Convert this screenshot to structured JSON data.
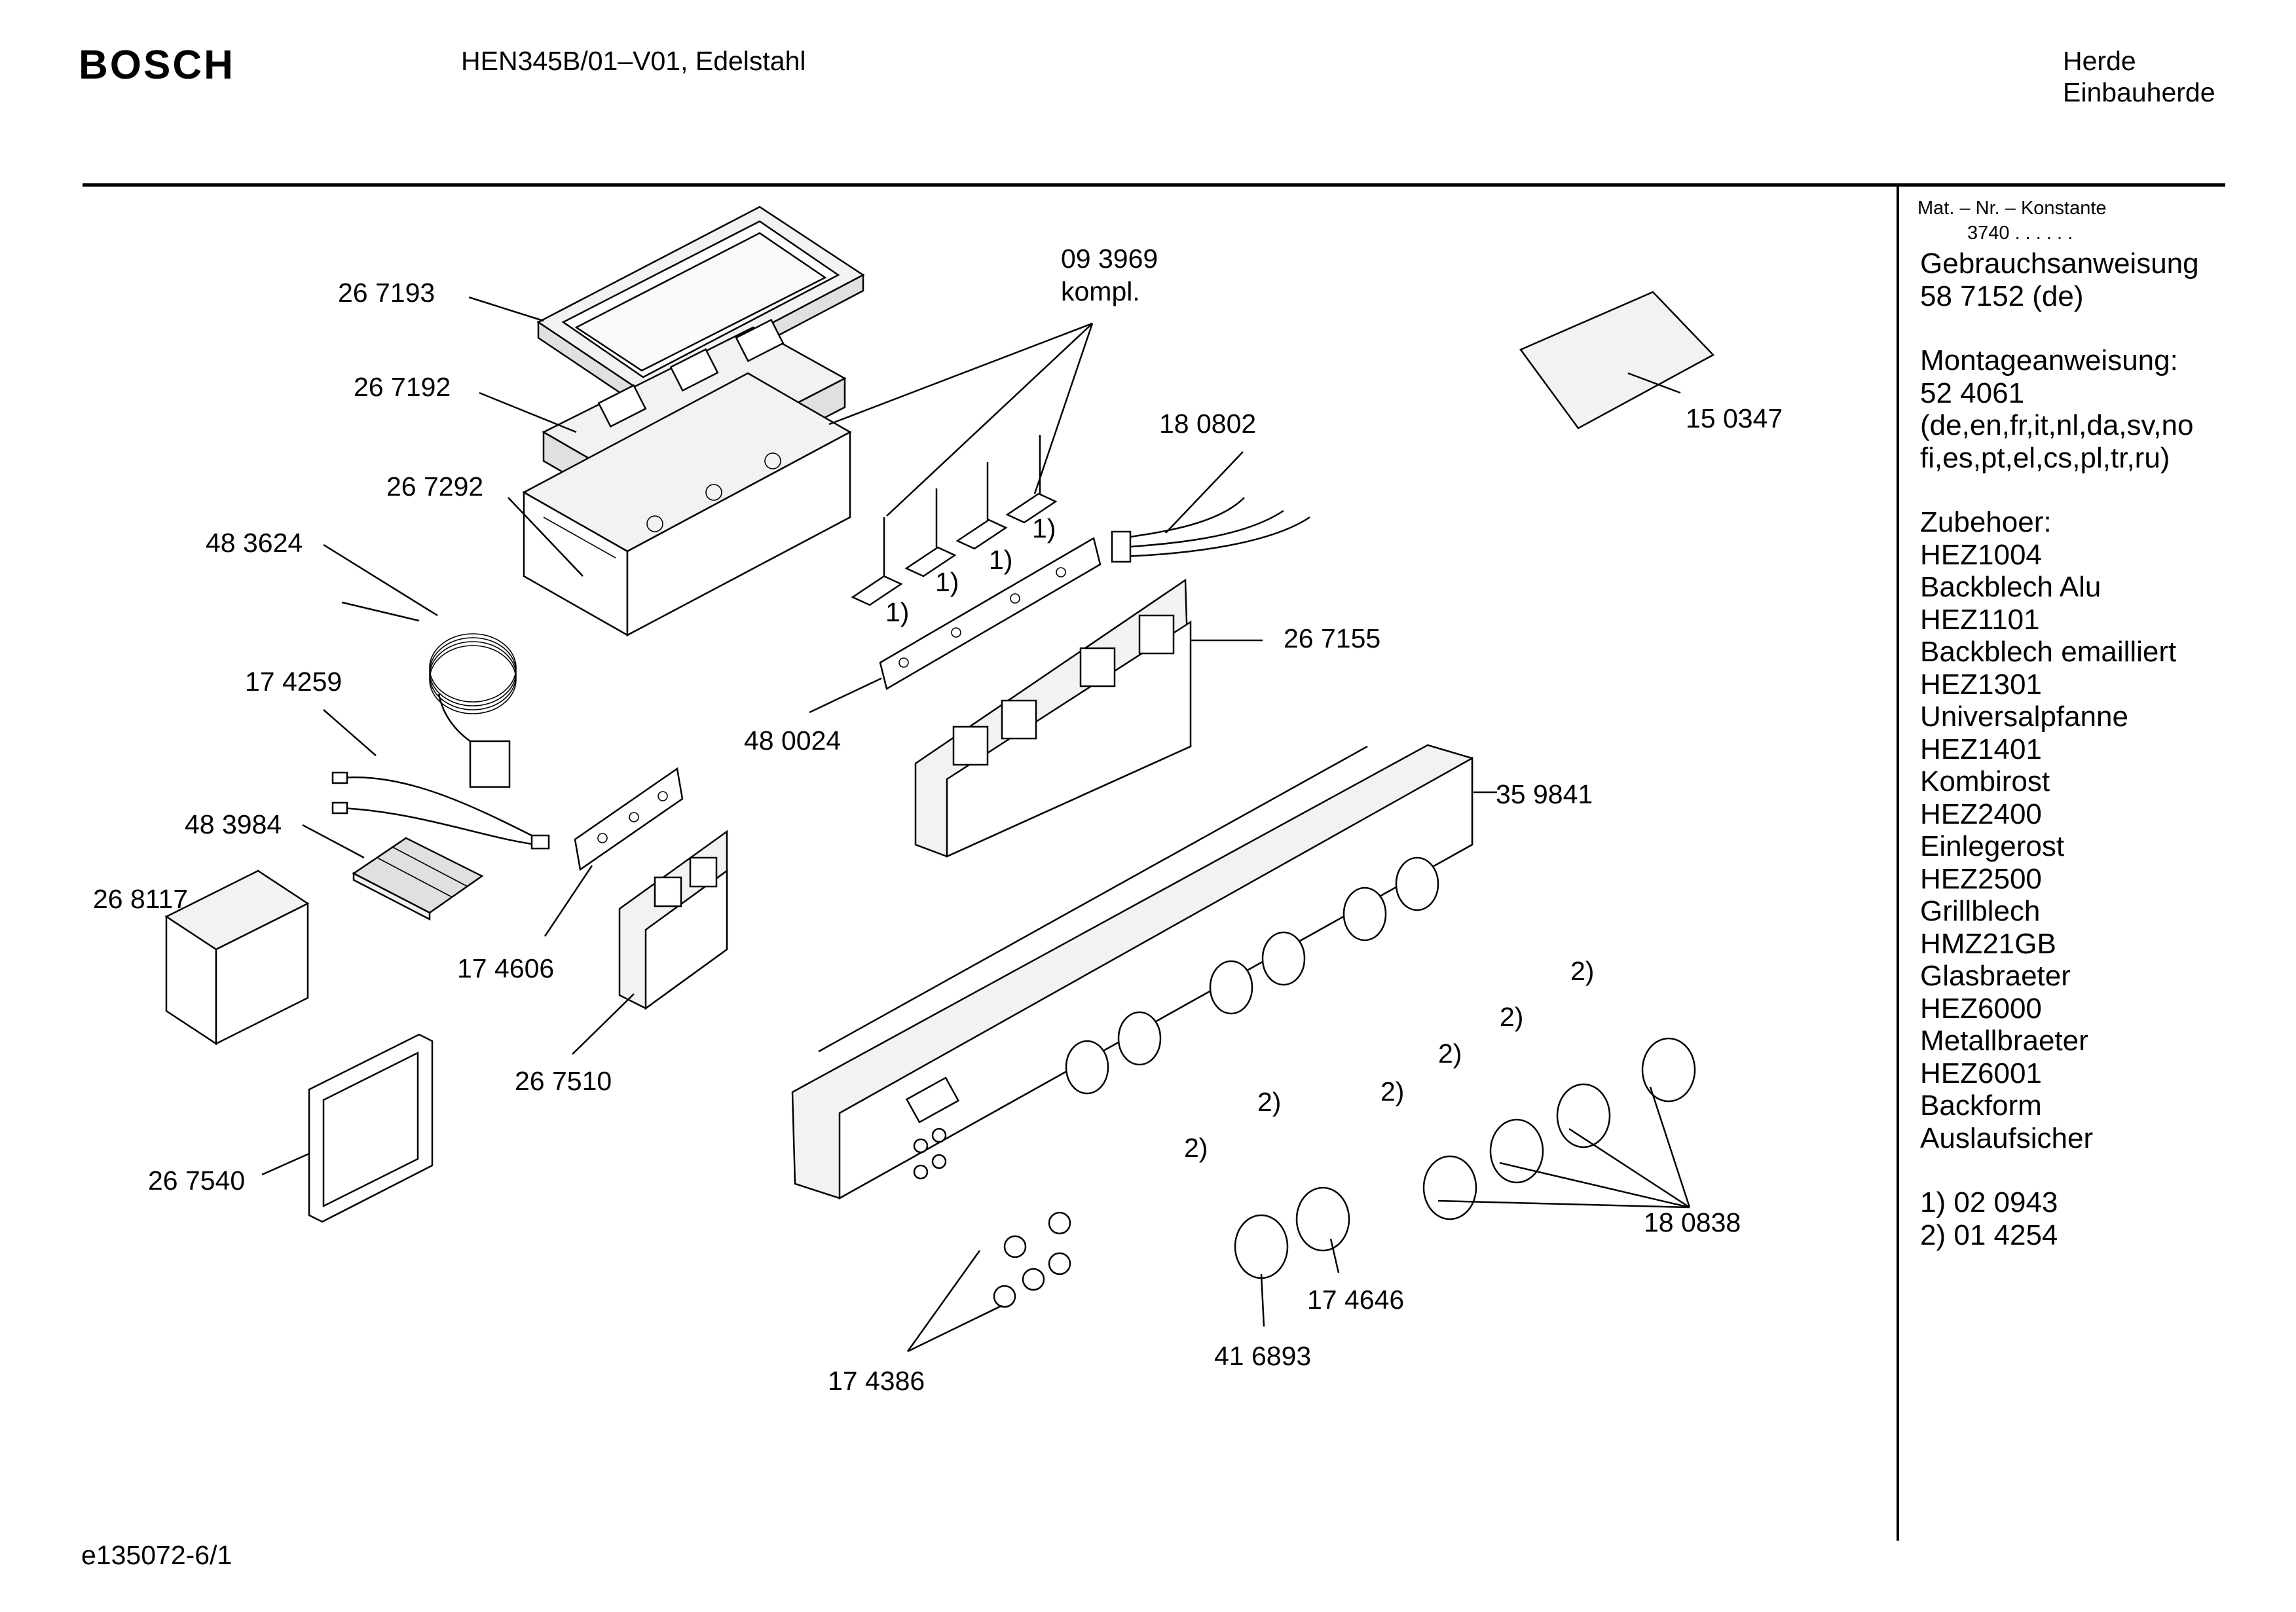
{
  "header": {
    "brand": "BOSCH",
    "model": "HEN345B/01–V01, Edelstahl",
    "category_line1": "Herde",
    "category_line2": "Einbauherde"
  },
  "sidebar": {
    "mat_nr_label": "Mat. – Nr. – Konstante",
    "mat_nr_value": "3740 . . . . . .",
    "sections": [
      {
        "lines": [
          "Gebrauchsanweisung",
          "58 7152 (de)"
        ]
      },
      {
        "lines": [
          "Montageanweisung:",
          "52 4061",
          "(de,en,fr,it,nl,da,sv,no",
          "fi,es,pt,el,cs,pl,tr,ru)"
        ]
      },
      {
        "lines": [
          "Zubehoer:",
          "HEZ1004",
          "Backblech Alu",
          "HEZ1101",
          "Backblech emailliert",
          "HEZ1301",
          "Universalpfanne",
          "HEZ1401",
          "Kombirost",
          "HEZ2400",
          "Einlegerost",
          "HEZ2500",
          "Grillblech",
          "HMZ21GB",
          "Glasbraeter",
          "HEZ6000",
          "Metallbraeter",
          "HEZ6001",
          "Backform",
          "Auslaufsicher"
        ]
      },
      {
        "lines": [
          "1) 02 0943",
          "2) 01 4254"
        ]
      }
    ]
  },
  "parts": {
    "p267193": "26 7193",
    "p267192": "26 7192",
    "p267292": "26 7292",
    "p483624": "48 3624",
    "p174259": "17 4259",
    "p483984": "48 3984",
    "p268117": "26 8117",
    "p267540": "26 7540",
    "p174606": "17 4606",
    "p267510": "26 7510",
    "p093969_1": "09 3969",
    "p093969_2": "kompl.",
    "p180802": "18 0802",
    "p150347": "15 0347",
    "p267155": "26 7155",
    "p480024": "48 0024",
    "p359841": "35 9841",
    "p180838": "18 0838",
    "p174646": "17 4646",
    "p416893": "41 6893",
    "p174386": "17 4386"
  },
  "notes": {
    "n1": "1)",
    "n2": "2)"
  },
  "footer": {
    "doc_id": "e135072-6/1"
  }
}
